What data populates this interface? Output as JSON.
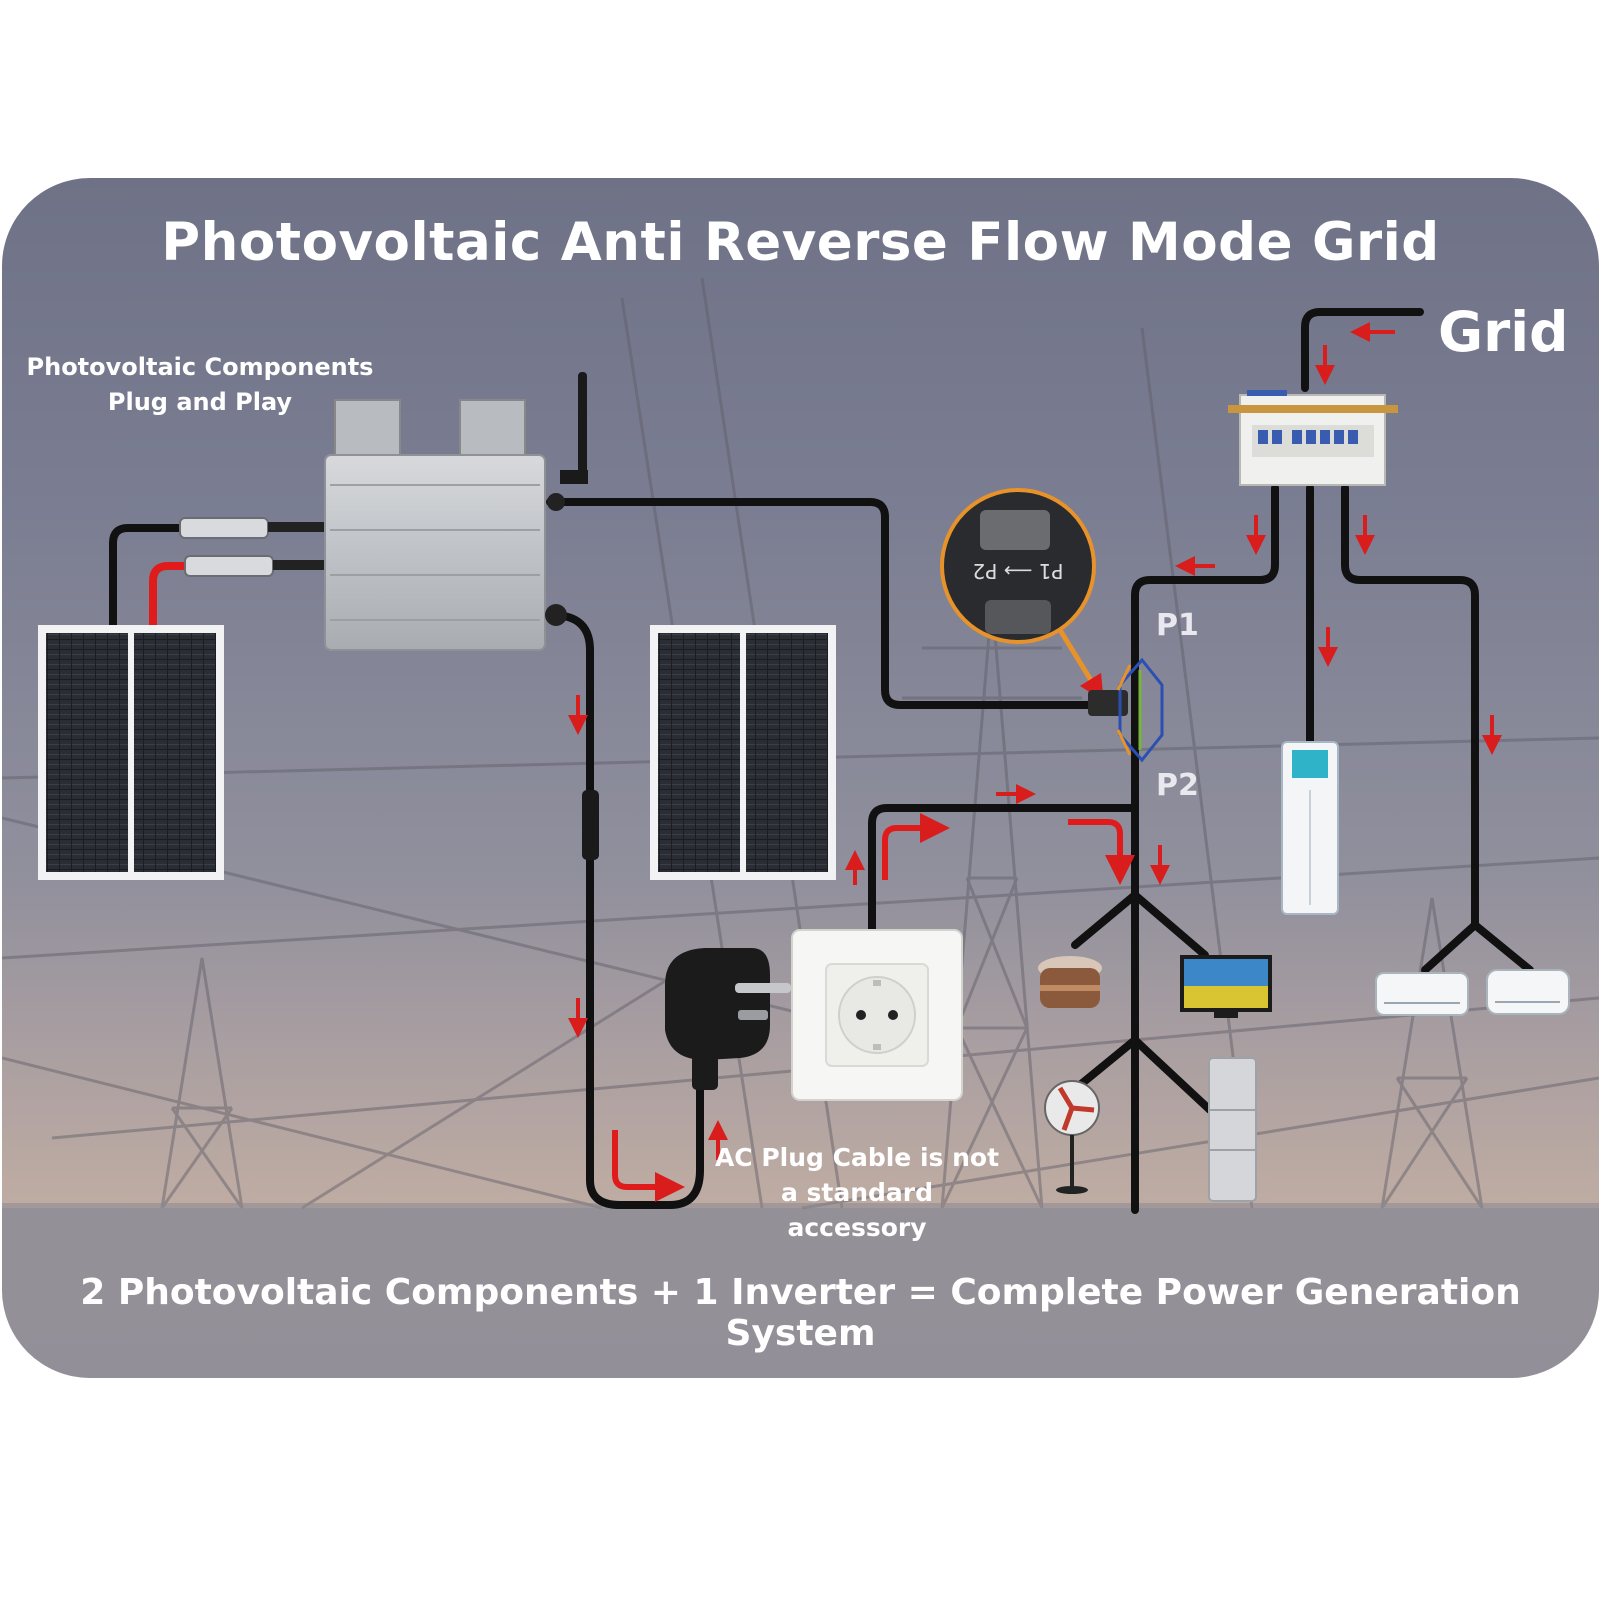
{
  "title": "Photovoltaic Anti Reverse Flow Mode Grid",
  "grid_label": "Grid",
  "pv_label_line1": "Photovoltaic Components",
  "pv_label_line2": "Plug and Play",
  "p1_label": "P1",
  "p2_label": "P2",
  "ac_note_line1": "AC Plug Cable is not",
  "ac_note_line2": "a standard accessory",
  "bottom_caption": "2 Photovoltaic Components + 1 Inverter = Complete Power Generation System",
  "colors": {
    "cable": "#111111",
    "dc_positive": "#e01b1b",
    "arrow": "#d91c1c",
    "ct_ring": "#e8922a"
  },
  "icons": [
    "solar-panel-icon",
    "inverter-icon",
    "antenna-icon",
    "ct-clamp-icon",
    "distribution-box-icon",
    "socket-icon",
    "plug-icon",
    "rice-cooker-icon",
    "tv-icon",
    "fan-icon",
    "fridge-icon",
    "air-conditioner-icon"
  ]
}
